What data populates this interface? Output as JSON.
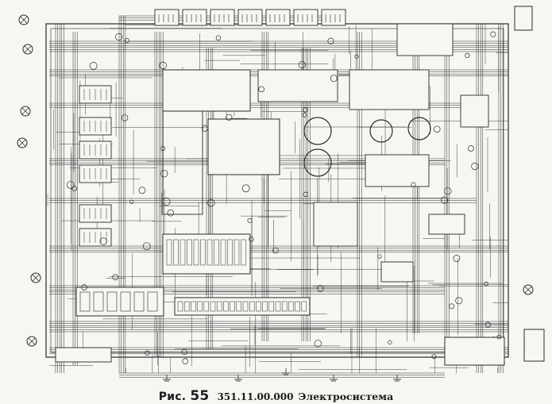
{
  "caption": {
    "figure_word": "Рис.",
    "figure_number": "55",
    "code": "351.11.00.000",
    "title": "Электросистема"
  },
  "colors": {
    "paper": "#f7f6f3",
    "ink": "#2a2a2a"
  }
}
